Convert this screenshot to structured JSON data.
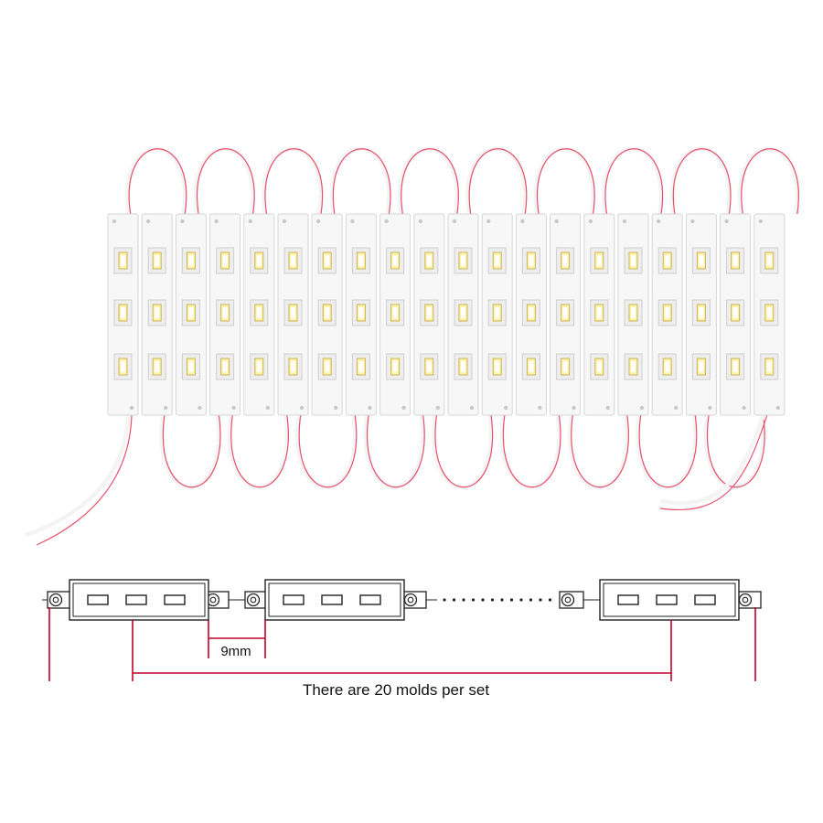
{
  "product": {
    "module_count": 20,
    "leds_per_module": 3,
    "colors": {
      "module_body": "#f7f7f7",
      "module_edge": "#d6d6d6",
      "led_frame": "#eeeeee",
      "led_chip": "#fff3a8",
      "led_core": "#ffffff",
      "wire_white": "#f4f4f4",
      "wire_red": "#e8506a"
    }
  },
  "diagram": {
    "gap_label": "9mm",
    "caption": "There are 20 molds per set",
    "visible_modules": 3,
    "colors": {
      "outline": "#222222",
      "dimension_line": "#c0002a",
      "dots": "#222222"
    }
  }
}
